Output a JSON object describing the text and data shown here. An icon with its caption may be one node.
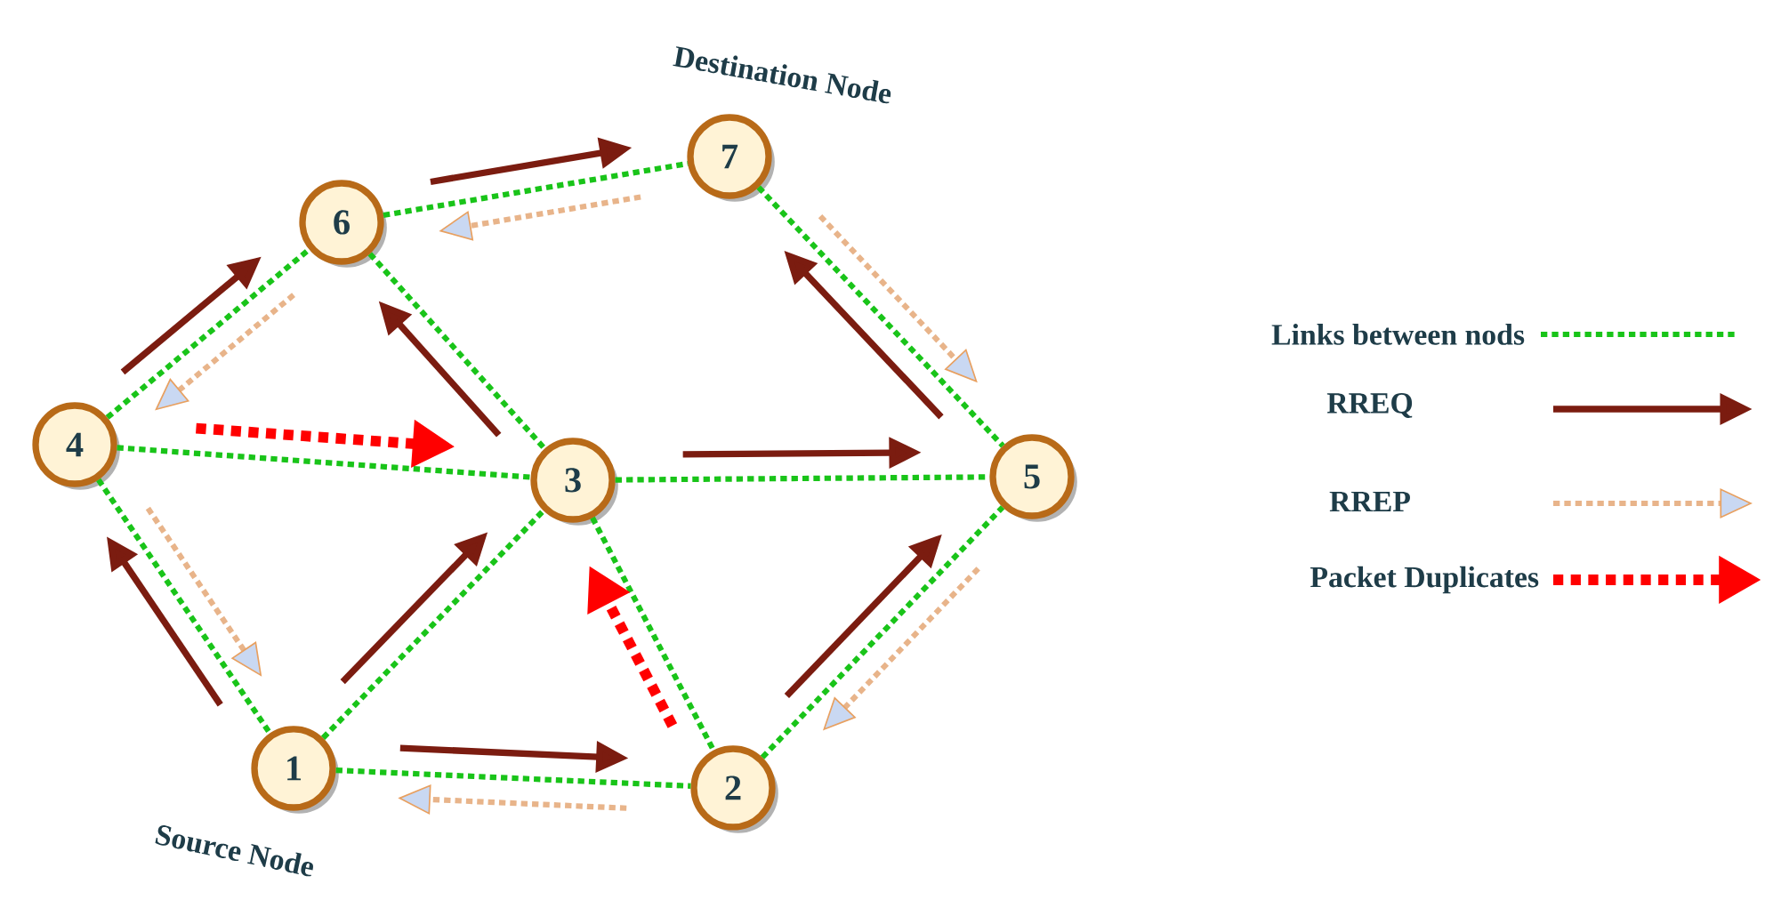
{
  "diagram": {
    "nodes": [
      {
        "text": [
          "1"
        ],
        "beside": [
          "Source Node"
        ]
      },
      {
        "text": [
          "2"
        ]
      },
      {
        "text": [
          "3"
        ]
      },
      {
        "text": [
          "4"
        ]
      },
      {
        "text": [
          "5"
        ]
      },
      {
        "text": [
          "6"
        ]
      },
      {
        "text": [
          "7"
        ],
        "beside": [
          "Destination Node"
        ]
      }
    ],
    "edges": [
      {
        "from": 3,
        "to": 5,
        "arrow": "none",
        "style": "dashed",
        "color": "#19c419"
      },
      {
        "from": 5,
        "to": 6,
        "arrow": "none",
        "style": "dashed",
        "color": "#19c419"
      },
      {
        "from": 3,
        "to": 2,
        "arrow": "none",
        "style": "dashed",
        "color": "#19c419"
      },
      {
        "from": 5,
        "to": 2,
        "arrow": "none",
        "style": "dashed",
        "color": "#19c419"
      },
      {
        "from": 6,
        "to": 4,
        "arrow": "none",
        "style": "dashed",
        "color": "#19c419"
      },
      {
        "from": 2,
        "to": 4,
        "arrow": "none",
        "style": "dashed",
        "color": "#19c419"
      },
      {
        "from": 3,
        "to": 0,
        "arrow": "none",
        "style": "dashed",
        "color": "#19c419"
      },
      {
        "from": 0,
        "to": 2,
        "arrow": "none",
        "style": "dashed",
        "color": "#19c419"
      },
      {
        "from": 0,
        "to": 1,
        "arrow": "none",
        "style": "dashed",
        "color": "#19c419"
      },
      {
        "from": 2,
        "to": 1,
        "arrow": "none",
        "style": "dashed",
        "color": "#19c419"
      },
      {
        "from": 1,
        "to": 4,
        "arrow": "none",
        "style": "dashed",
        "color": "#19c419"
      },
      {
        "from": 0,
        "to": 3,
        "arrow": "to",
        "color": "#7b1c10"
      },
      {
        "from": 3,
        "to": 5,
        "arrow": "to",
        "color": "#7b1c10"
      },
      {
        "from": 5,
        "to": 6,
        "arrow": "to",
        "color": "#7b1c10"
      },
      {
        "from": 2,
        "to": 5,
        "arrow": "to",
        "color": "#7b1c10"
      },
      {
        "from": 0,
        "to": 2,
        "arrow": "to",
        "color": "#7b1c10"
      },
      {
        "from": 0,
        "to": 1,
        "arrow": "to",
        "color": "#7b1c10"
      },
      {
        "from": 2,
        "to": 4,
        "arrow": "to",
        "color": "#7b1c10"
      },
      {
        "from": 1,
        "to": 4,
        "arrow": "to",
        "color": "#7b1c10"
      },
      {
        "from": 4,
        "to": 6,
        "arrow": "to",
        "color": "#7b1c10"
      },
      {
        "from": 6,
        "to": 5,
        "arrow": "to",
        "style": "dashed",
        "color": "#e8b48a"
      },
      {
        "from": 5,
        "to": 3,
        "arrow": "to",
        "style": "dashed",
        "color": "#e8b48a"
      },
      {
        "from": 3,
        "to": 0,
        "arrow": "to",
        "style": "dashed",
        "color": "#e8b48a"
      },
      {
        "from": 6,
        "to": 4,
        "arrow": "to",
        "style": "dashed",
        "color": "#e8b48a"
      },
      {
        "from": 4,
        "to": 1,
        "arrow": "to",
        "style": "dashed",
        "color": "#e8b48a"
      },
      {
        "from": 1,
        "to": 0,
        "arrow": "to",
        "style": "dashed",
        "color": "#e8b48a"
      },
      {
        "from": 3,
        "to": 2,
        "arrow": "to",
        "style": "dashed",
        "color": "#ff0000"
      },
      {
        "from": 1,
        "to": 2,
        "arrow": "to",
        "style": "dashed",
        "color": "#ff0000"
      }
    ],
    "legend": [
      {
        "text": "Links between nods"
      },
      {
        "text": "RREQ"
      },
      {
        "text": "RREP"
      },
      {
        "text": "Packet Duplicates"
      }
    ]
  }
}
